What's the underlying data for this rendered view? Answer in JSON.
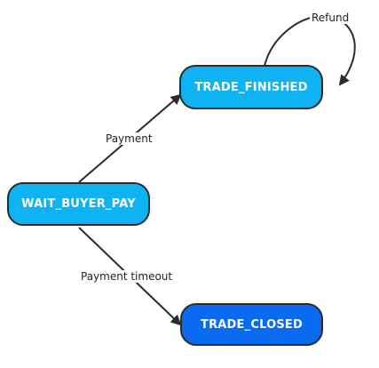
{
  "diagram": {
    "nodes": {
      "wait_buyer_pay": {
        "label": "WAIT_BUYER_PAY",
        "color": "#0fb3f2"
      },
      "trade_finished": {
        "label": "TRADE_FINISHED",
        "color": "#0fb3f2"
      },
      "trade_closed": {
        "label": "TRADE_CLOSED",
        "color": "#0b6bf0"
      }
    },
    "edges": {
      "payment": {
        "label": "Payment",
        "from": "WAIT_BUYER_PAY",
        "to": "TRADE_FINISHED"
      },
      "payment_timeout": {
        "label": "Payment timeout",
        "from": "WAIT_BUYER_PAY",
        "to": "TRADE_CLOSED"
      },
      "refund": {
        "label": "Refund",
        "from": "TRADE_FINISHED",
        "to": "TRADE_FINISHED"
      }
    }
  }
}
